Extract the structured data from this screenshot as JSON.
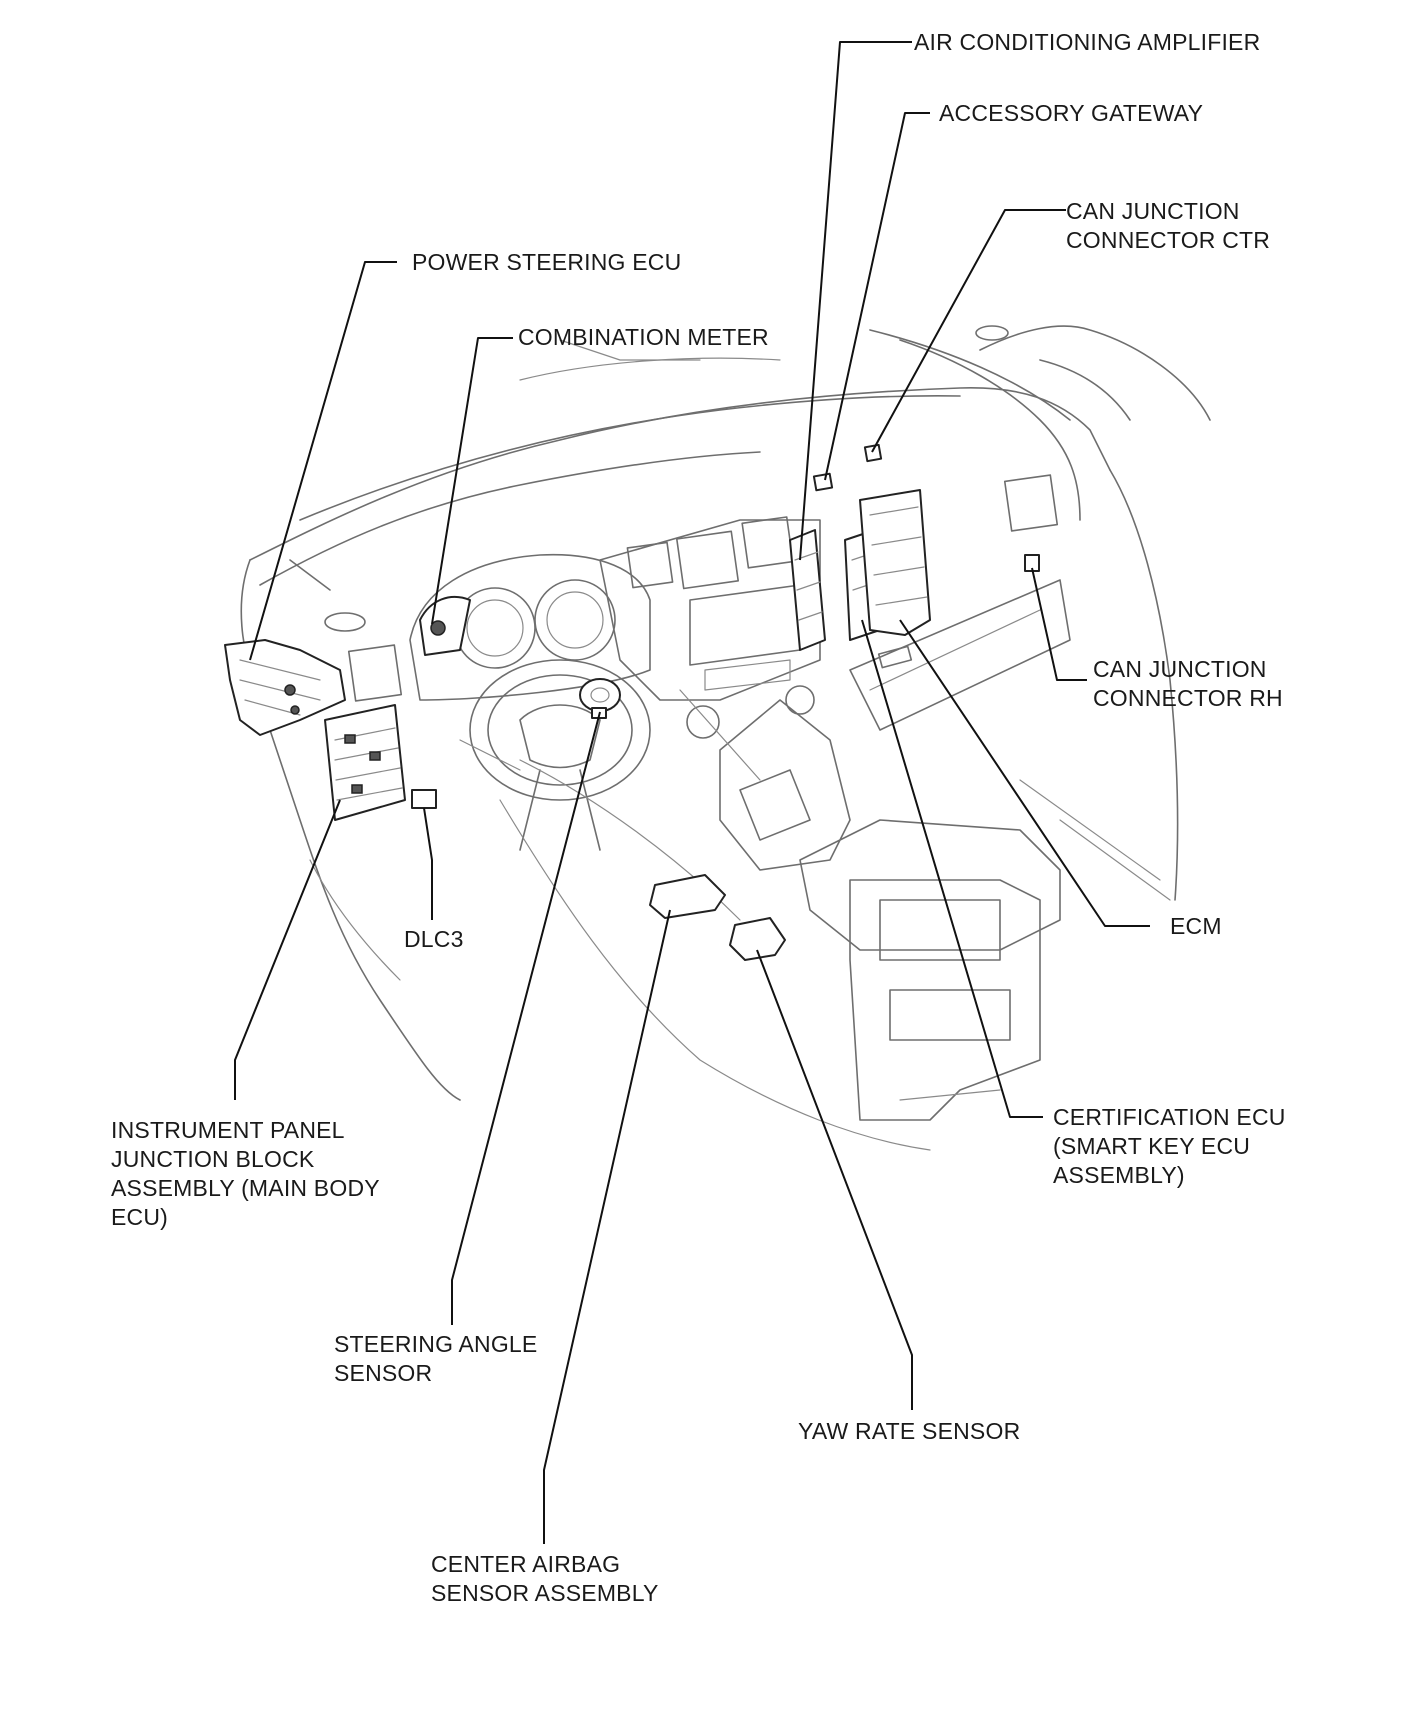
{
  "labels": {
    "air_conditioning_amplifier": [
      "AIR CONDITIONING AMPLIFIER"
    ],
    "accessory_gateway": [
      "ACCESSORY GATEWAY"
    ],
    "can_junction_connector_ctr": [
      "CAN JUNCTION",
      "CONNECTOR CTR"
    ],
    "power_steering_ecu": [
      "POWER STEERING ECU"
    ],
    "combination_meter": [
      "COMBINATION METER"
    ],
    "can_junction_connector_rh": [
      "CAN JUNCTION",
      "CONNECTOR RH"
    ],
    "ecm": [
      "ECM"
    ],
    "dlc3": [
      "DLC3"
    ],
    "instrument_panel_junction_block": [
      "INSTRUMENT PANEL",
      "JUNCTION BLOCK",
      "ASSEMBLY (MAIN BODY",
      "ECU)"
    ],
    "certification_ecu": [
      "CERTIFICATION ECU",
      "(SMART KEY ECU",
      "ASSEMBLY)"
    ],
    "steering_angle_sensor": [
      "STEERING ANGLE",
      "SENSOR"
    ],
    "yaw_rate_sensor": [
      "YAW RATE SENSOR"
    ],
    "center_airbag_sensor_assembly": [
      "CENTER AIRBAG",
      "SENSOR ASSEMBLY"
    ]
  }
}
